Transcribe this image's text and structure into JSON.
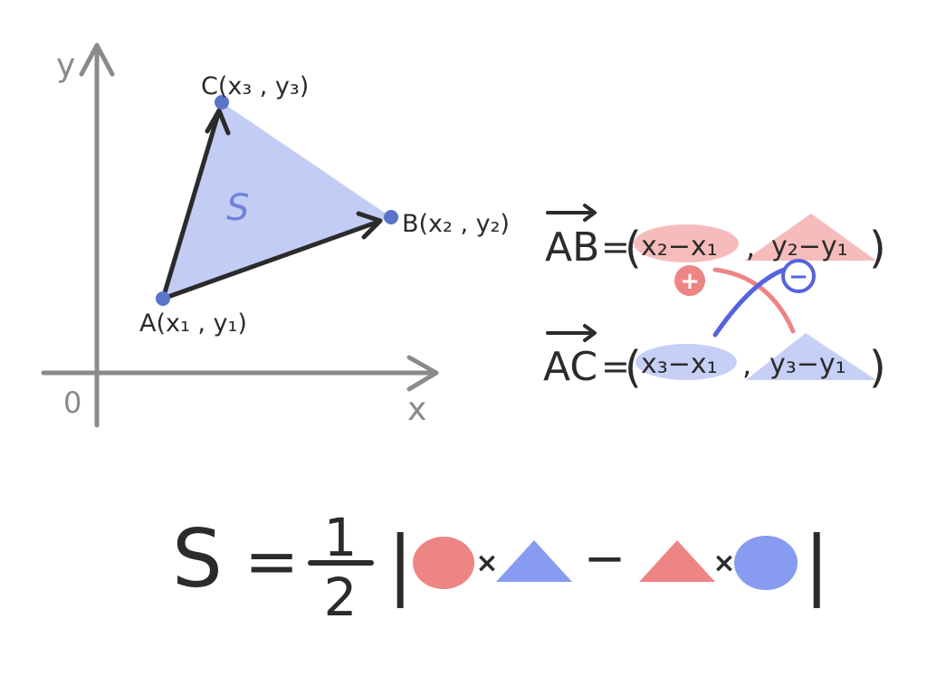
{
  "colors": {
    "ink": "#2b2b2b",
    "axis": "#8a8a8a",
    "triangle_fill": "#c3ccf5",
    "point": "#5b74c9",
    "red": "#ee8585",
    "red_light": "#f6bcbc",
    "blue": "#879bf0",
    "blue_light": "#c6d0f6",
    "blue_stroke": "#5563e0",
    "symbol_s": "#6e83d8"
  },
  "axes": {
    "x_label": "x",
    "y_label": "y",
    "origin_label": "0"
  },
  "points": {
    "A": "A(x₁ , y₁)",
    "B": "B(x₂ , y₂)",
    "C": "C(x₃ , y₃)"
  },
  "area_symbol": "S",
  "vectors": {
    "ab": {
      "name": "AB",
      "eq": "=",
      "open": "(",
      "first": "x₂−x₁",
      "comma": ",",
      "second": "y₂−y₁",
      "close": ")"
    },
    "ac": {
      "name": "AC",
      "eq": "=",
      "open": "(",
      "first": "x₃−x₁",
      "comma": ",",
      "second": "y₃−y₁",
      "close": ")"
    }
  },
  "signs": {
    "plus": "+",
    "minus": "−"
  },
  "formula": {
    "lhs": "S",
    "eq": "=",
    "numerator": "1",
    "denominator": "2",
    "bar": "|",
    "times": "×",
    "minus": "−"
  },
  "icons": [
    "red-ellipse-icon",
    "blue-triangle-icon",
    "red-triangle-icon",
    "blue-ellipse-icon"
  ]
}
